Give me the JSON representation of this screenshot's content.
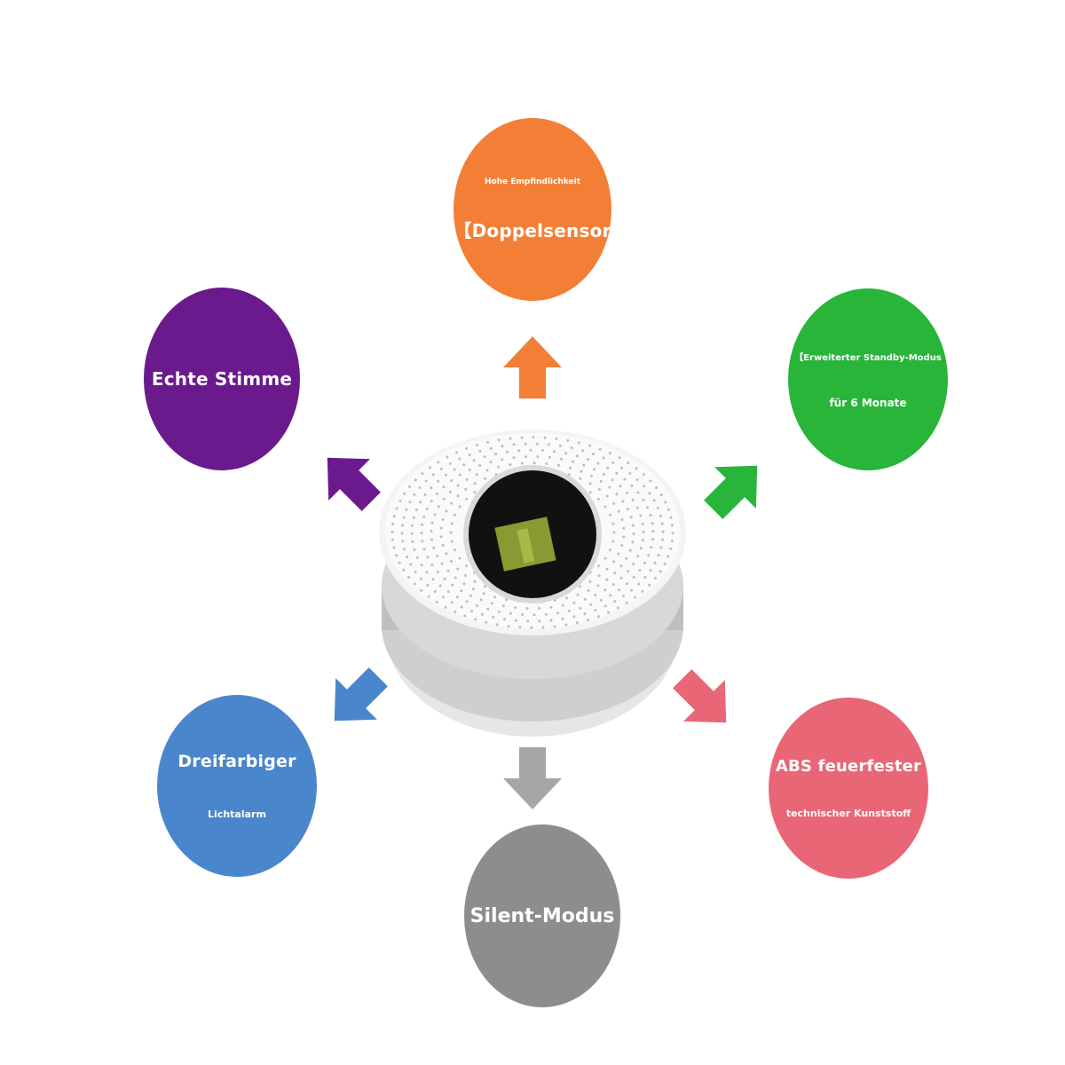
{
  "colors": {
    "orange": "#f37f36",
    "purple": "#6a1a8c",
    "green": "#28b53a",
    "blue": "#4a86cc",
    "pink": "#e96677",
    "gray": "#8e8c8c",
    "gray_arrow": "#a6a6a6"
  },
  "features": {
    "top": {
      "icon": "arrow-up-icon",
      "line1": "Hohe Empfindlichkeit",
      "line2": "【Doppelsensor"
    },
    "top_left": {
      "icon": "arrow-up-left-icon",
      "line1": "Echte Stimme"
    },
    "top_right": {
      "icon": "arrow-up-right-icon",
      "line1": "【Erweiterter Standby-Modus",
      "line2": "für 6 Monate"
    },
    "bottom_left": {
      "icon": "arrow-down-left-icon",
      "line1": "Dreifarbiger",
      "line2": "Lichtalarm"
    },
    "bottom_right": {
      "icon": "arrow-down-right-icon",
      "line1": "ABS feuerfester",
      "line2": "technischer Kunststoff"
    },
    "bottom": {
      "icon": "arrow-down-icon",
      "line1": "Silent-Modus"
    }
  }
}
